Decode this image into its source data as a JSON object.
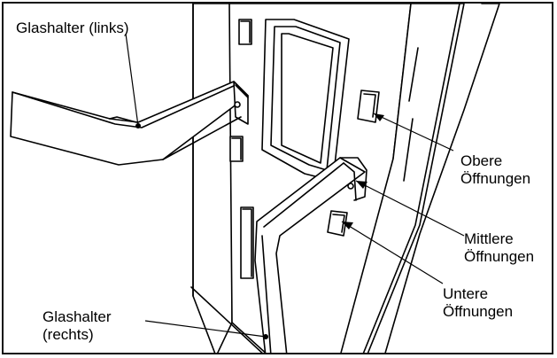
{
  "labels": {
    "glass_left": "Glashalter (links)",
    "upper_1": "Obere",
    "upper_2": "Öffnungen",
    "middle_1": "Mittlere",
    "middle_2": "Öffnungen",
    "lower_1": "Untere",
    "lower_2": "Öffnungen",
    "glass_right_1": "Glashalter",
    "glass_right_2": "(rechts)"
  }
}
